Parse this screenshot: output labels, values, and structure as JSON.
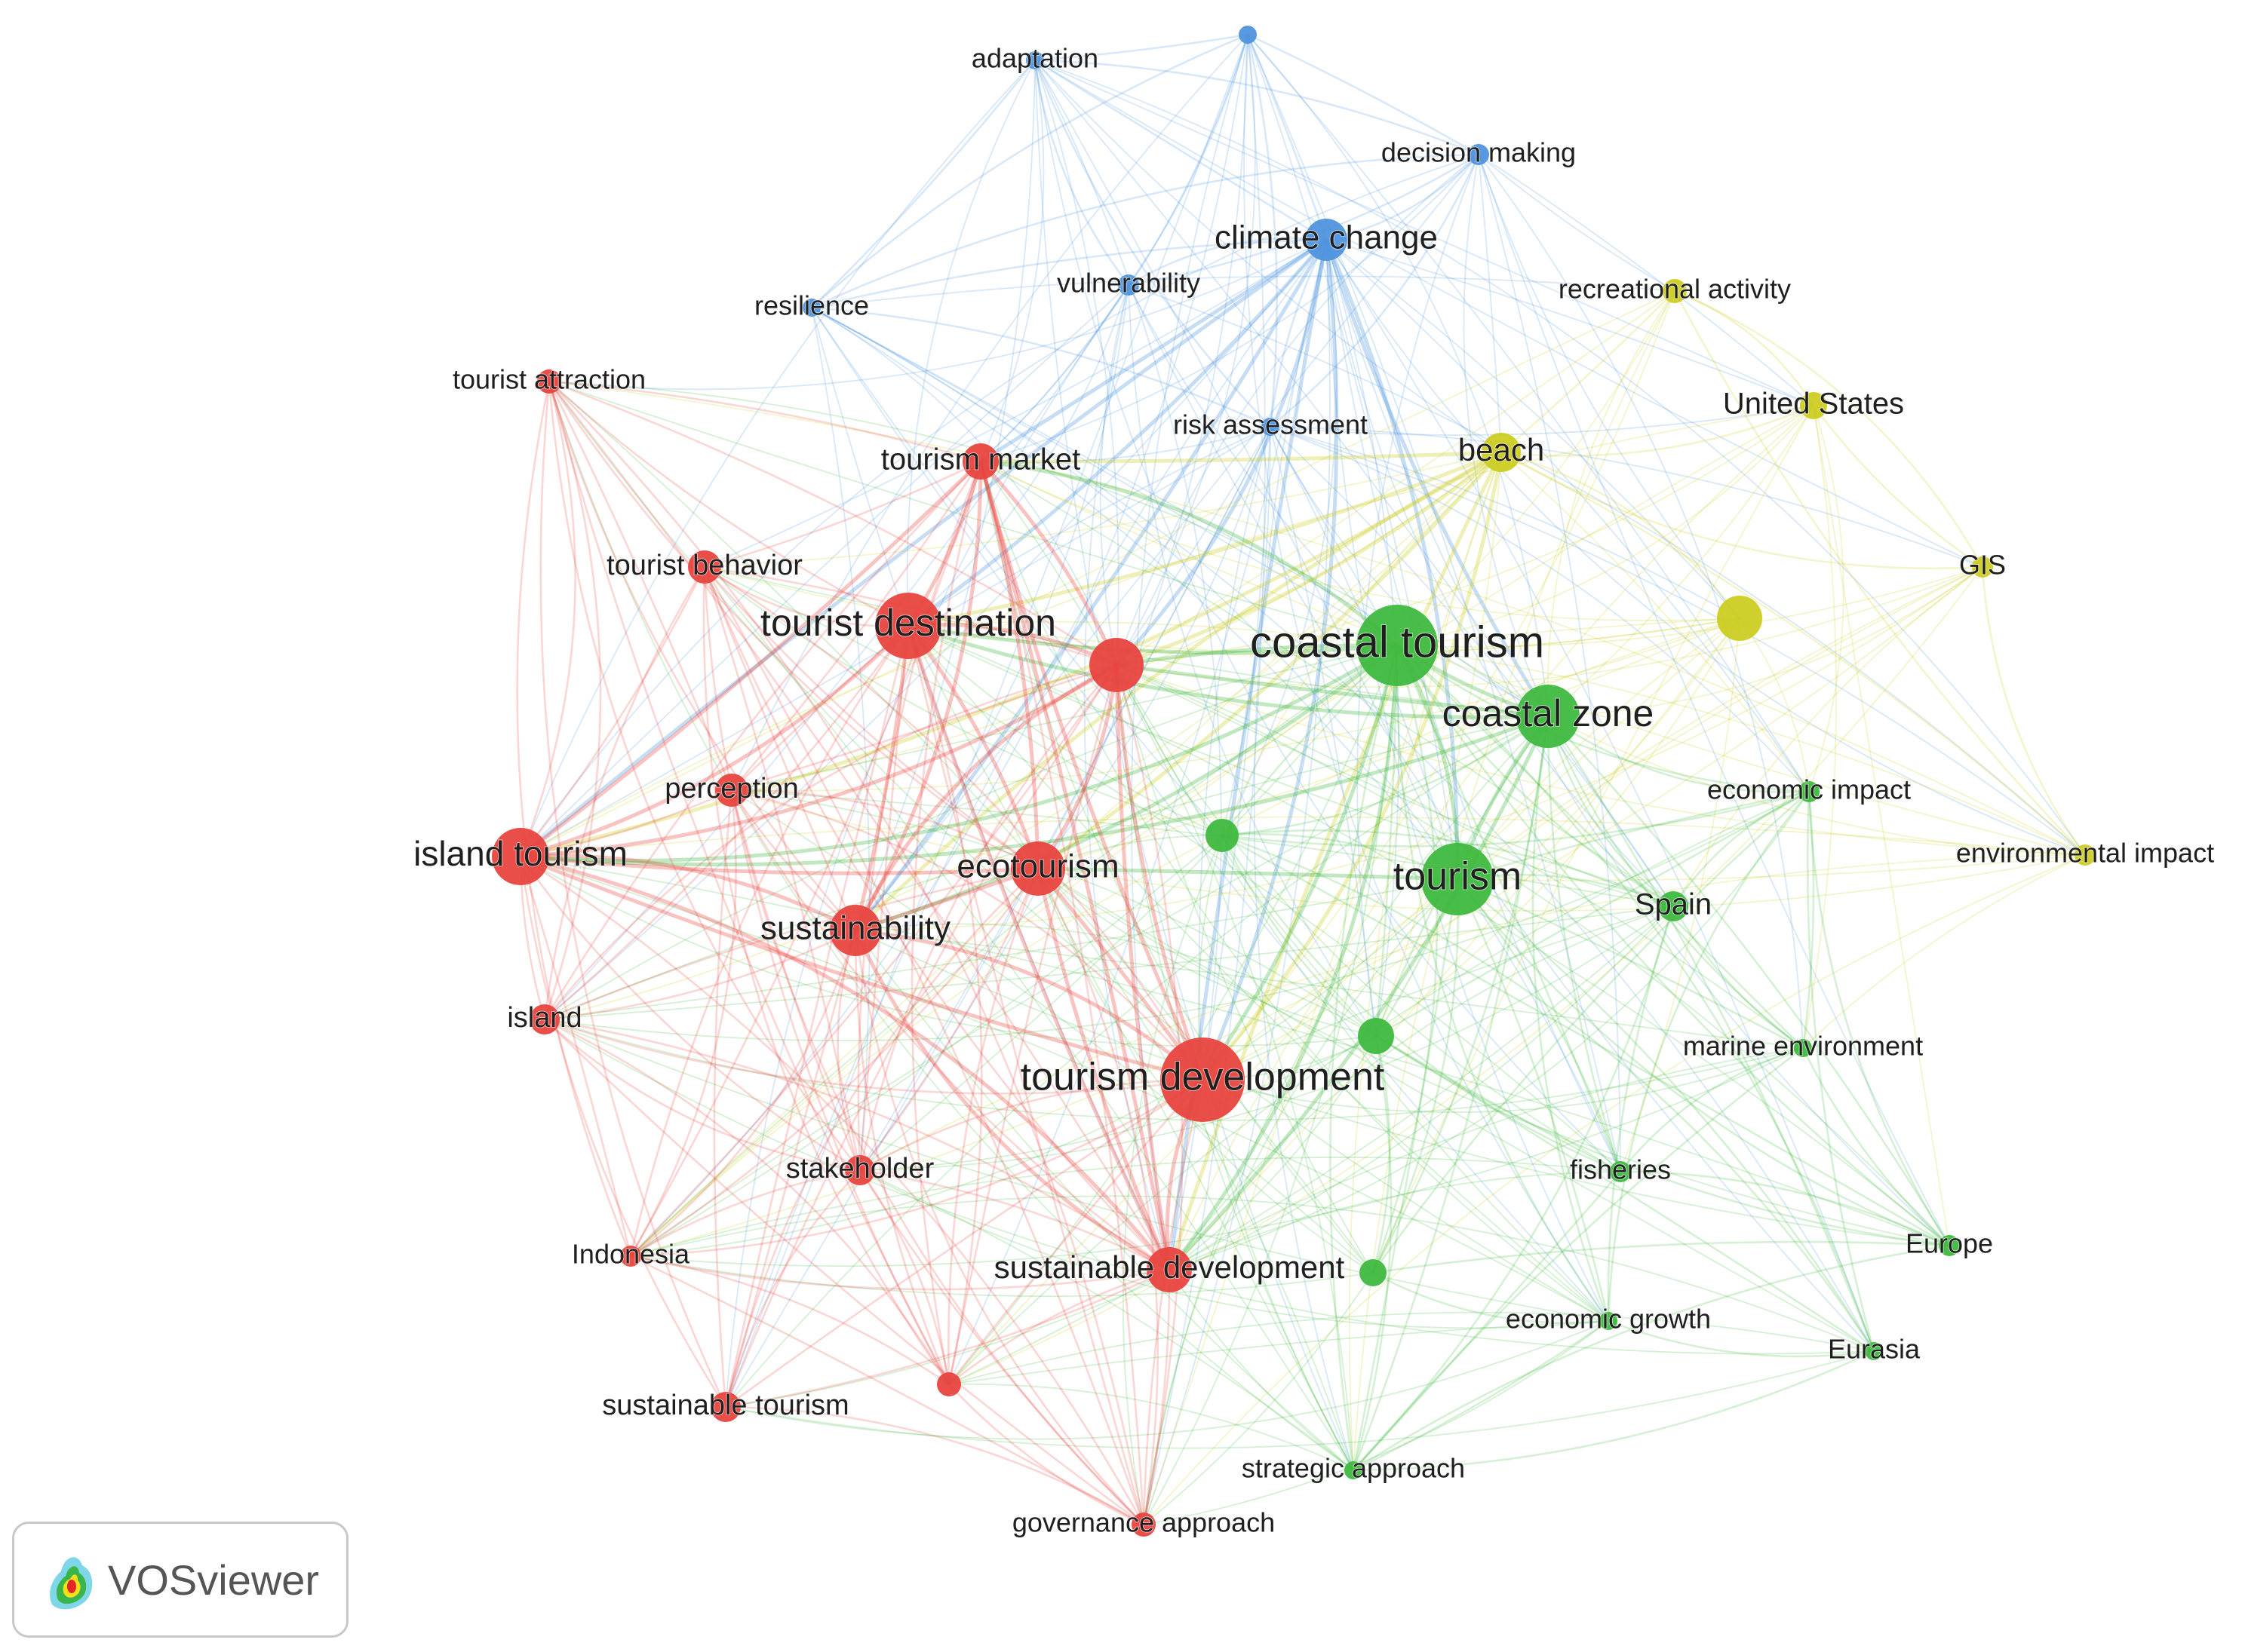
{
  "brand": {
    "name": "VOSviewer"
  },
  "clusters": {
    "1": "#e8443f",
    "2": "#3fb93f",
    "3": "#4f94dd",
    "4": "#cccc22"
  },
  "nodes": [
    {
      "id": "adaptation",
      "label": "adaptation",
      "cluster": 3
    },
    {
      "id": "top-blue",
      "label": "",
      "cluster": 3
    },
    {
      "id": "decision-making",
      "label": "decision making",
      "cluster": 3
    },
    {
      "id": "climate-change",
      "label": "climate change",
      "cluster": 3
    },
    {
      "id": "vulnerability",
      "label": "vulnerability",
      "cluster": 3
    },
    {
      "id": "resilience",
      "label": "resilience",
      "cluster": 3
    },
    {
      "id": "risk-assessment",
      "label": "risk assessment",
      "cluster": 3
    },
    {
      "id": "recreational-activity",
      "label": "recreational activity",
      "cluster": 4
    },
    {
      "id": "united-states",
      "label": "United States",
      "cluster": 4
    },
    {
      "id": "beach",
      "label": "beach",
      "cluster": 4
    },
    {
      "id": "gis",
      "label": "GIS",
      "cluster": 4
    },
    {
      "id": "yellow-mid",
      "label": "",
      "cluster": 4
    },
    {
      "id": "environmental-impact",
      "label": "environmental impact",
      "cluster": 4
    },
    {
      "id": "coastal-tourism",
      "label": "coastal tourism",
      "cluster": 2
    },
    {
      "id": "coastal-zone",
      "label": "coastal zone",
      "cluster": 2
    },
    {
      "id": "tourism",
      "label": "tourism",
      "cluster": 2
    },
    {
      "id": "economic-impact",
      "label": "economic impact",
      "cluster": 2
    },
    {
      "id": "spain",
      "label": "Spain",
      "cluster": 2
    },
    {
      "id": "green-a",
      "label": "",
      "cluster": 2
    },
    {
      "id": "green-b",
      "label": "",
      "cluster": 2
    },
    {
      "id": "marine-environment",
      "label": "marine environment",
      "cluster": 2
    },
    {
      "id": "fisheries",
      "label": "fisheries",
      "cluster": 2
    },
    {
      "id": "europe",
      "label": "Europe",
      "cluster": 2
    },
    {
      "id": "green-c",
      "label": "",
      "cluster": 2
    },
    {
      "id": "economic-growth",
      "label": "economic growth",
      "cluster": 2
    },
    {
      "id": "eurasia",
      "label": "Eurasia",
      "cluster": 2
    },
    {
      "id": "strategic-approach",
      "label": "strategic approach",
      "cluster": 2
    },
    {
      "id": "tourist-attraction",
      "label": "tourist attraction",
      "cluster": 1
    },
    {
      "id": "tourism-market",
      "label": "tourism market",
      "cluster": 1
    },
    {
      "id": "tourist-behavior",
      "label": "tourist behavior",
      "cluster": 1
    },
    {
      "id": "tourist-destination",
      "label": "tourist destination",
      "cluster": 1
    },
    {
      "id": "red-mid",
      "label": "",
      "cluster": 1
    },
    {
      "id": "perception",
      "label": "perception",
      "cluster": 1
    },
    {
      "id": "island-tourism",
      "label": "island tourism",
      "cluster": 1
    },
    {
      "id": "ecotourism",
      "label": "ecotourism",
      "cluster": 1
    },
    {
      "id": "sustainability",
      "label": "sustainability",
      "cluster": 1
    },
    {
      "id": "island",
      "label": "island",
      "cluster": 1
    },
    {
      "id": "tourism-development",
      "label": "tourism development",
      "cluster": 1
    },
    {
      "id": "stakeholder",
      "label": "stakeholder",
      "cluster": 1
    },
    {
      "id": "indonesia",
      "label": "Indonesia",
      "cluster": 1
    },
    {
      "id": "sustainable-development",
      "label": "sustainable development",
      "cluster": 1
    },
    {
      "id": "red-small",
      "label": "",
      "cluster": 1
    },
    {
      "id": "sustainable-tourism",
      "label": "sustainable tourism",
      "cluster": 1
    },
    {
      "id": "governance-approach",
      "label": "governance approach",
      "cluster": 1
    }
  ]
}
